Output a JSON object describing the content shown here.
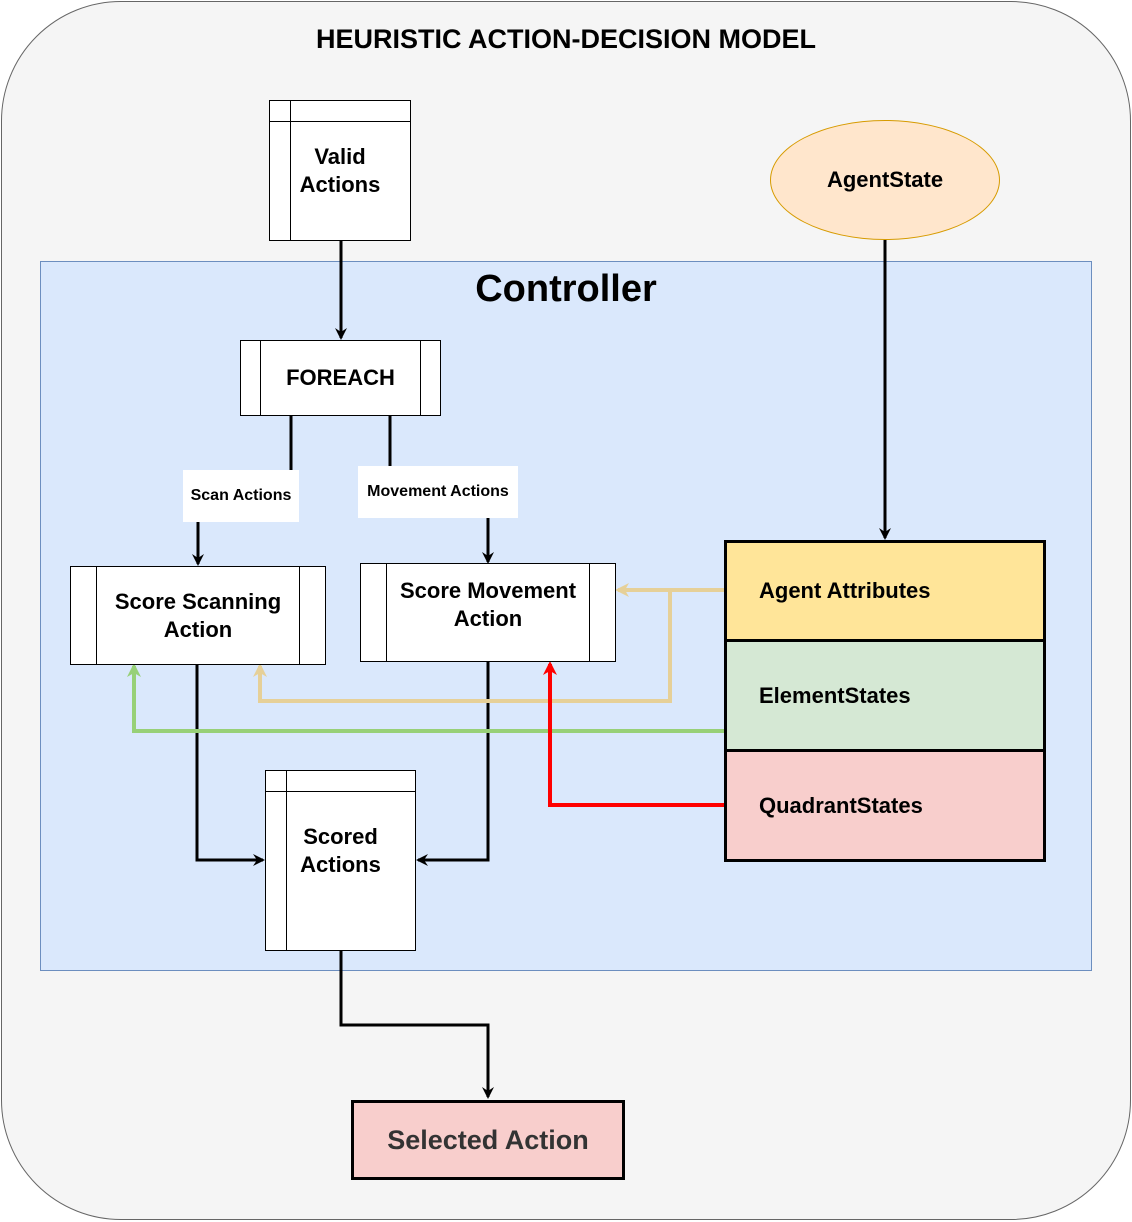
{
  "title": "HEURISTIC ACTION-DECISION MODEL",
  "controller_label": "Controller",
  "nodes": {
    "valid_actions": "Valid Actions",
    "agent_state": "AgentState",
    "foreach": "FOREACH",
    "score_scanning": "Score Scanning Action",
    "score_movement": "Score Movement Action",
    "scored_actions": "Scored Actions",
    "selected_action": "Selected Action"
  },
  "state_stack": {
    "agent_attributes": "Agent Attributes",
    "element_states": "ElementStates",
    "quadrant_states": "QuadrantStates"
  },
  "edge_labels": {
    "scan_actions": "Scan Actions",
    "movement_actions": "Movement Actions"
  },
  "colors": {
    "background": "#f5f5f5",
    "controller": "#dae8fc",
    "agent_state": "#ffe6cc",
    "agent_attributes": "#ffe599",
    "element_states": "#d5e8d4",
    "quadrant_states": "#f8cecc",
    "selected_action": "#f8cecc",
    "yellow_edge": "#e6d098",
    "green_edge": "#97d077",
    "red_edge": "#ff0000"
  }
}
